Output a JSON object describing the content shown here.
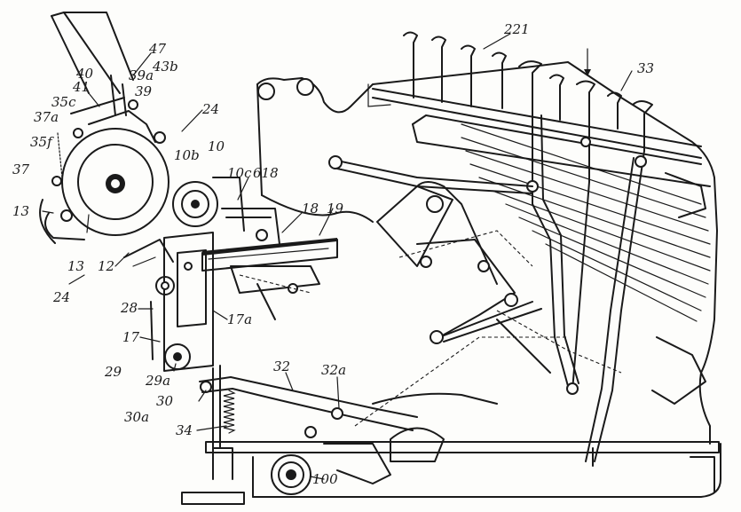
{
  "figure": {
    "labels": {
      "l47": "47",
      "l41": "41",
      "l40": "40",
      "l39a": "39a",
      "l43b": "43b",
      "l39": "39",
      "l35c": "35c",
      "l37a": "37a",
      "l35f": "35f",
      "l37": "37",
      "l24_top": "24",
      "l10b": "10b",
      "l10": "10",
      "l10c": "10c",
      "l13_left": "13",
      "l13": "13",
      "l24": "24",
      "l12": "12",
      "l618": "618",
      "l18": "18",
      "l19": "19",
      "l28": "28",
      "l17": "17",
      "l17a": "17a",
      "l29": "29",
      "l29a": "29a",
      "l30": "30",
      "l30a": "30a",
      "l34": "34",
      "l32": "32",
      "l32a": "32a",
      "l100": "100",
      "l221": "221",
      "l33": "33"
    }
  }
}
